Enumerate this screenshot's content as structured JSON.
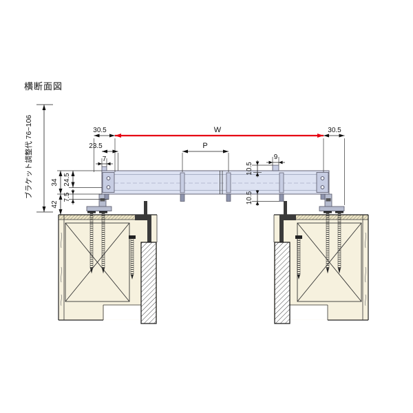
{
  "title": "横断面図",
  "side_label": "ブラケット調整代 76~106",
  "dims": {
    "w": "W",
    "p": "P",
    "left_305": "30.5",
    "right_305": "30.5",
    "d235": "23.5",
    "d7": "7",
    "d9": "9",
    "d105_upper": "10.5",
    "d105_lower": "10.5",
    "d34": "34",
    "d245": "24.5",
    "d75": "7.5",
    "d42": "42"
  },
  "colors": {
    "dimension_accent": "#e60012",
    "rail_fill": "#dde2f2",
    "bracket_fill": "#c7cde3",
    "wall_fill": "#f6f1de",
    "hatch_color": "#444444"
  }
}
